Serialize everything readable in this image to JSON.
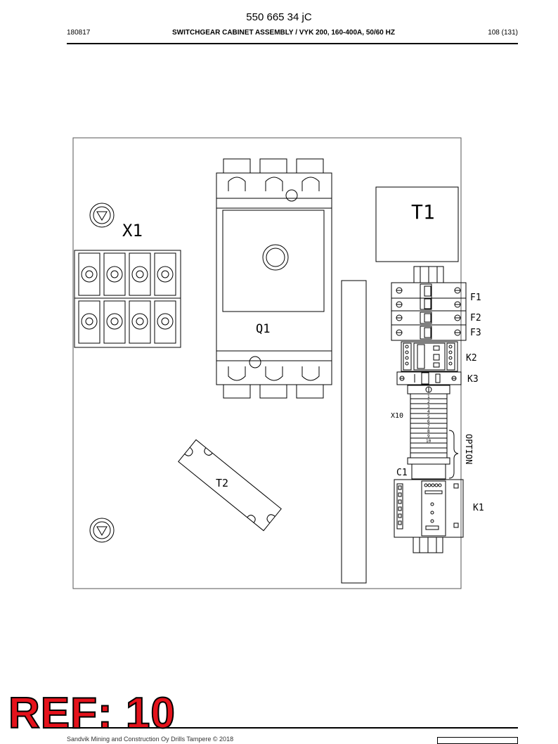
{
  "document": {
    "number": "550 665 34 jC",
    "date": "180817",
    "title": "SWITCHGEAR CABINET ASSEMBLY / VYK 200, 160-400A, 50/60 HZ",
    "page": "108 (131)"
  },
  "drawing": {
    "labels": {
      "x1": "X1",
      "q1": "Q1",
      "t1": "T1",
      "t2": "T2",
      "f1": "F1",
      "f2": "F2",
      "f3": "F3",
      "k1": "K1",
      "k2": "K2",
      "k3": "K3",
      "x10": "X10",
      "c1": "C1",
      "option": "OPTION"
    },
    "terminal_numbers": [
      "1",
      "2",
      "3",
      "4",
      "5",
      "6",
      "7",
      "8",
      "9",
      "10"
    ]
  },
  "footer": {
    "copyright": "Sandvik Mining and Construction Oy Drills Tampere © 2018",
    "ref": "REF: 10"
  }
}
